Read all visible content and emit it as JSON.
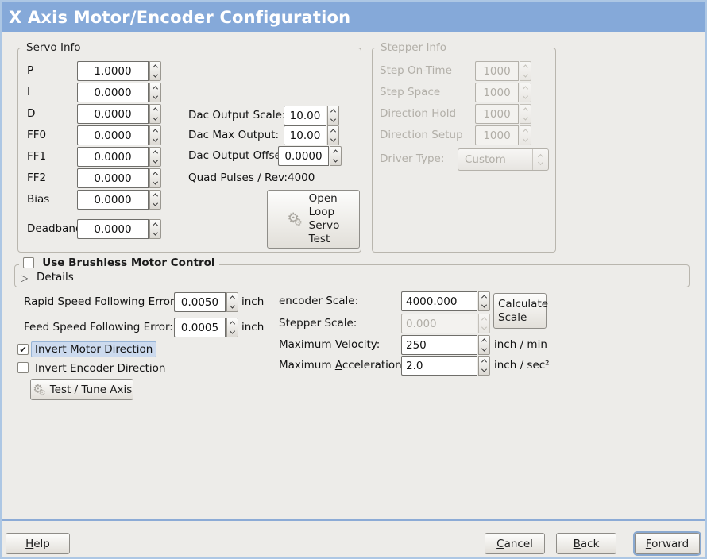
{
  "colors": {
    "titlebar_bg": "#85a9d9",
    "window_border": "#adc7e4",
    "content_bg": "#edece9",
    "separator": "#8cabd6",
    "focus_highlight_bg": "#ccdaee",
    "disabled_text": "#b2afa8"
  },
  "icons": {
    "expander_arrow": "▷",
    "gear": "⚙",
    "checkmark": "✔"
  },
  "titlebar": {
    "title": "X Axis Motor/Encoder Configuration"
  },
  "servo_info": {
    "legend": "Servo Info",
    "pid_rows": [
      {
        "label": "P",
        "value": "1.0000"
      },
      {
        "label": "I",
        "value": "0.0000"
      },
      {
        "label": "D",
        "value": "0.0000"
      },
      {
        "label": "FF0",
        "value": "0.0000"
      },
      {
        "label": "FF1",
        "value": "0.0000"
      },
      {
        "label": "FF2",
        "value": "0.0000"
      },
      {
        "label": "Bias",
        "value": "0.0000"
      },
      {
        "label": "Deadband",
        "value": "0.0000"
      }
    ],
    "dac_rows": [
      {
        "label": "Dac Output Scale:",
        "value": "10.00"
      },
      {
        "label": "Dac Max Output:",
        "value": "10.00"
      },
      {
        "label": "Dac Output Offset:",
        "value": "0.0000"
      }
    ],
    "quad": {
      "label": "Quad Pulses / Rev:",
      "value": "4000"
    },
    "open_loop_button": "Open\nLoop\nServo\nTest"
  },
  "stepper_info": {
    "legend": "Stepper Info",
    "rows": [
      {
        "label": "Step On-Time",
        "value": "1000"
      },
      {
        "label": "Step Space",
        "value": "1000"
      },
      {
        "label": "Direction Hold",
        "value": "1000"
      },
      {
        "label": "Direction Setup",
        "value": "1000"
      }
    ],
    "driver_type": {
      "label": "Driver Type:",
      "value": "Custom"
    }
  },
  "brushless": {
    "checkbox_label": "Use Brushless Motor Control",
    "details_label": "Details"
  },
  "following_error": {
    "rapid": {
      "label": "Rapid Speed Following Error:",
      "value": "0.0050",
      "unit": "inch"
    },
    "feed": {
      "label": "Feed Speed Following Error:",
      "value": "0.0005",
      "unit": "inch"
    }
  },
  "scales": {
    "encoder": {
      "label": "encoder Scale:",
      "value": "4000.000"
    },
    "stepper": {
      "label": "Stepper Scale:",
      "value": "0.000"
    },
    "calculate_button": "Calculate\nScale",
    "max_velocity": {
      "label_pre": "Maximum ",
      "label_mn": "V",
      "label_post": "elocity:",
      "value": "250",
      "unit": "inch / min"
    },
    "max_accel": {
      "label_pre": "Maximum ",
      "label_mn": "A",
      "label_post": "cceleration:",
      "value": "2.0",
      "unit": "inch / sec²"
    }
  },
  "direction": {
    "invert_motor": "Invert Motor Direction",
    "invert_encoder": "Invert Encoder Direction",
    "test_tune_button": "Test / Tune Axis"
  },
  "footer": {
    "help": {
      "mn": "H",
      "rest": "elp"
    },
    "cancel": {
      "mn": "C",
      "rest": "ancel"
    },
    "back": {
      "mn": "B",
      "rest": "ack"
    },
    "forward": {
      "mn": "F",
      "rest": "orward"
    }
  }
}
